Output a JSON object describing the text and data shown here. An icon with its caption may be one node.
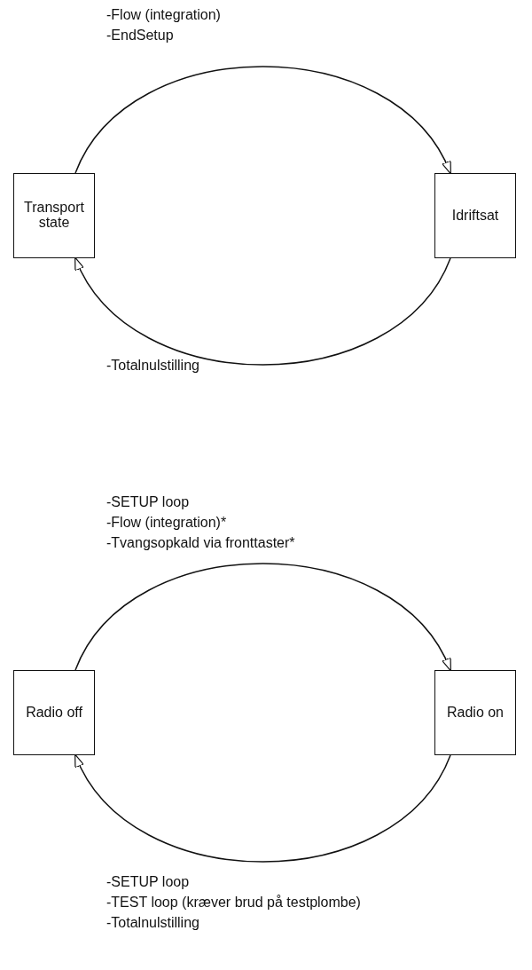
{
  "diagram": {
    "nodes": [
      {
        "text": [
          "Transport state"
        ]
      },
      {
        "text": [
          "Idriftsat"
        ]
      },
      {
        "text": [
          "Radio off"
        ]
      },
      {
        "text": [
          "Radio on"
        ]
      }
    ],
    "edges": [
      {
        "from": 0,
        "to": 1,
        "arrow": "to"
      },
      {
        "from": 1,
        "to": 0,
        "arrow": "to"
      },
      {
        "from": 2,
        "to": 3,
        "arrow": "to"
      },
      {
        "from": 3,
        "to": 2,
        "arrow": "to"
      }
    ],
    "labels": [
      "-Flow (integration)",
      "-EndSetup",
      "-Totalnulstilling",
      "-SETUP loop",
      "-Flow (integration)*",
      "-Tvangsopkald via fronttaster*",
      "-SETUP loop",
      "-TEST loop (kræver brud på testplombe)",
      "-Totalnulstilling"
    ]
  }
}
